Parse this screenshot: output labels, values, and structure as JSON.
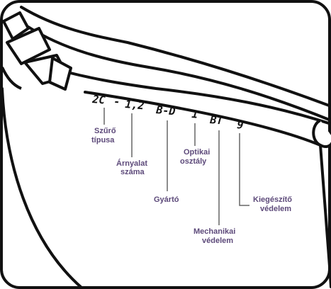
{
  "marking": {
    "filter_type": "2C",
    "dash": "-",
    "shade_number": "1,2",
    "manufacturer": "B-D",
    "optical_class": "1",
    "mechanical_protection": "BT",
    "additional_protection": "9"
  },
  "labels": {
    "filter_type": [
      "Szűrő",
      "típusa"
    ],
    "shade_number": [
      "Árnyalat",
      "száma"
    ],
    "manufacturer": [
      "Gyártó"
    ],
    "optical_class": [
      "Optikai",
      "osztály"
    ],
    "additional_protection": [
      "Kiegészítő",
      "védelem"
    ],
    "mechanical_protection": [
      "Mechanikai",
      "védelem"
    ]
  },
  "colors": {
    "outline": "#111111",
    "leader_line": "#666666",
    "label_text": "#5d4a7a",
    "background": "#ffffff"
  }
}
